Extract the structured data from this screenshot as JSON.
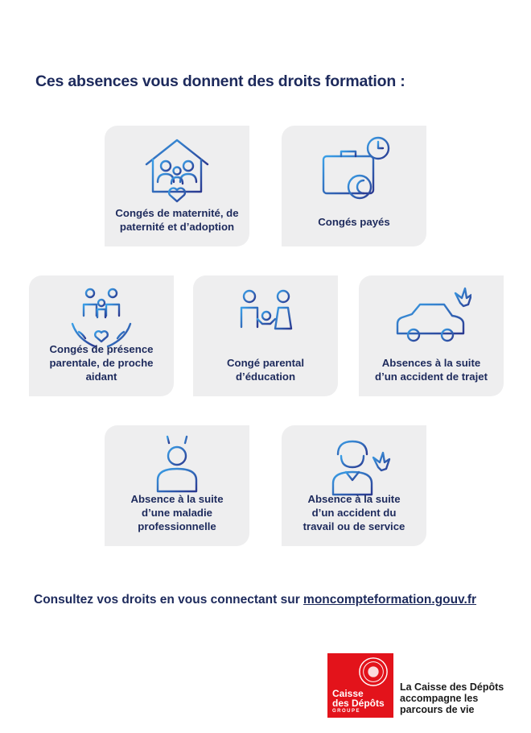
{
  "heading": "Ces absences vous donnent des droits formation :",
  "cards": [
    {
      "label": "Congés de maternité, de\npaternité et d’adoption",
      "icon": "family-house-icon"
    },
    {
      "label": "Congés payés",
      "icon": "briefcase-euro-clock-icon"
    },
    {
      "label": "Congés de présence\nparentale, de proche\naidant",
      "icon": "family-hands-heart-icon"
    },
    {
      "label": "Congé parental\nd’éducation",
      "icon": "parents-child-icon"
    },
    {
      "label": "Absences à la suite\nd’un accident de trajet",
      "icon": "car-crash-icon"
    },
    {
      "label": "Absence à la suite\nd’une maladie\nprofessionnelle",
      "icon": "sick-person-icon"
    },
    {
      "label": "Absence à la suite\nd’un accident du\ntravail ou de service",
      "icon": "worker-helmet-icon"
    }
  ],
  "footer": {
    "prefix": "Consultez vos droits en vous connectant sur ",
    "link": "moncompteformation.gouv.fr"
  },
  "logo": {
    "line1": "Caisse",
    "line2": "des Dépôts",
    "line3": "GROUPE",
    "tagline": "La Caisse des Dépôts\naccompagne les\nparcours de vie"
  },
  "colors": {
    "navy": "#1d2a5c",
    "icon_blue_light": "#3aa0e8",
    "icon_blue_dark": "#2b3990",
    "card_bg": "#eeeeef",
    "brand_red": "#e3131b"
  }
}
